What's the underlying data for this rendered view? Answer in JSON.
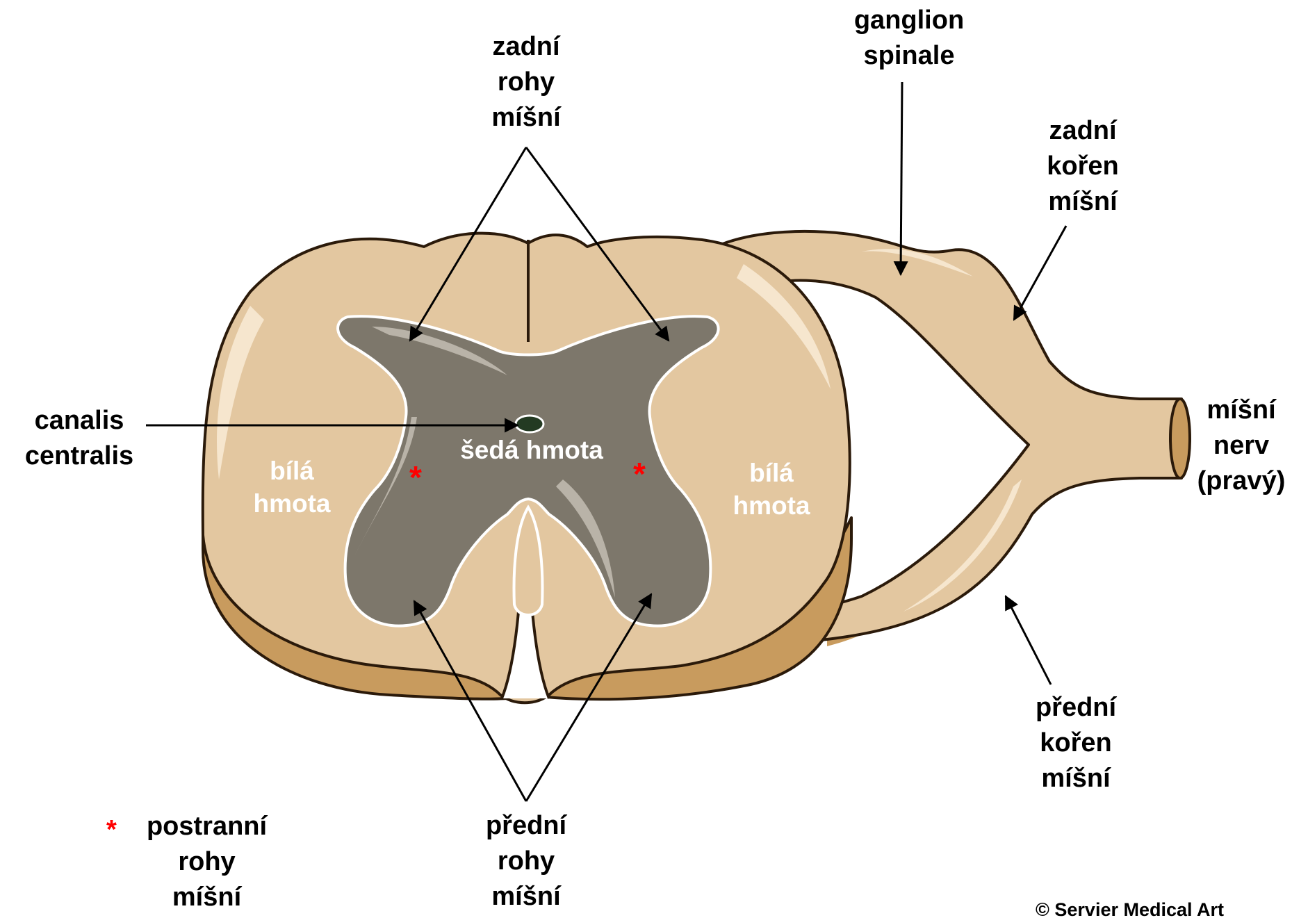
{
  "labels": {
    "posterior_horns": [
      "zadní",
      "rohy",
      "míšní"
    ],
    "spinal_ganglion": [
      "ganglion",
      "spinale"
    ],
    "posterior_root": [
      "zadní",
      "kořen",
      "míšní"
    ],
    "spinal_nerve": [
      "míšní",
      "nerv",
      "(pravý)"
    ],
    "anterior_root": [
      "přední",
      "kořen",
      "míšní"
    ],
    "anterior_horns": [
      "přední",
      "rohy",
      "míšní"
    ],
    "central_canal": [
      "canalis",
      "centralis"
    ],
    "white_matter_left": [
      "bílá",
      "hmota"
    ],
    "white_matter_right": [
      "bílá",
      "hmota"
    ],
    "gray_matter": "šedá hmota",
    "lateral_horns_legend": [
      "postranní",
      "rohy",
      "míšní"
    ]
  },
  "marker_symbol": "*",
  "copyright": "© Servier Medical Art",
  "colors": {
    "white_matter": "#e3c7a0",
    "white_matter_side": "#c89b5e",
    "outline": "#2b1a0a",
    "gray_matter": "#7d776b",
    "gray_matter_border": "#ffffff",
    "central_canal": "#233a22",
    "marker": "#ff0000",
    "text": "#000000",
    "text_on_tissue": "#ffffff",
    "background": "#ffffff"
  }
}
